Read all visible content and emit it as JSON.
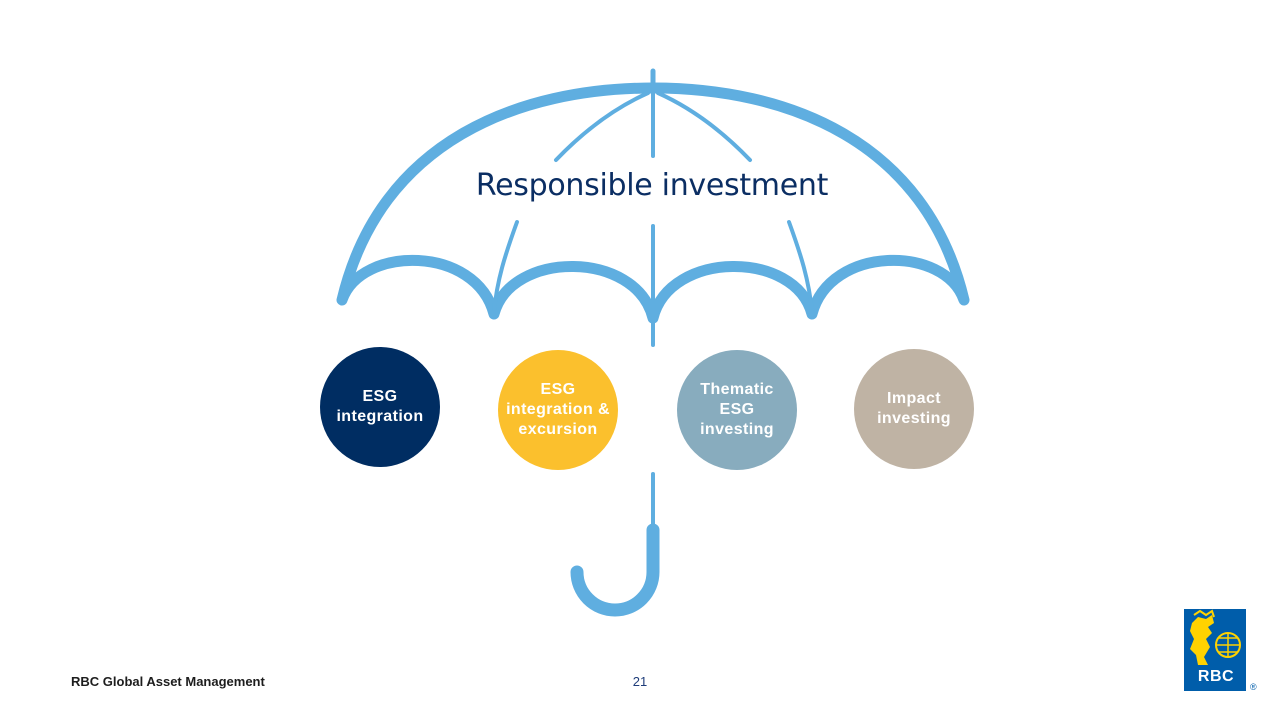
{
  "colors": {
    "umbrella": "#5faee0",
    "title": "#0b2e63",
    "circle_1": "#002d62",
    "circle_2": "#fbc02d",
    "circle_3": "#88acbe",
    "circle_4": "#bfb3a4",
    "logo_blue": "#005daa",
    "logo_gold": "#ffd200"
  },
  "diagram": {
    "title": "Responsible investment",
    "circles": [
      {
        "label": "ESG\nintegration"
      },
      {
        "label": "ESG\nintegration &\nexcursion"
      },
      {
        "label": "Thematic\nESG\ninvesting"
      },
      {
        "label": "Impact\ninvesting"
      }
    ]
  },
  "footer": {
    "brand": "RBC Global Asset Management",
    "page_number": "21"
  },
  "logo": {
    "text": "RBC",
    "registered": "®",
    "icon": "lion-globe-icon"
  }
}
